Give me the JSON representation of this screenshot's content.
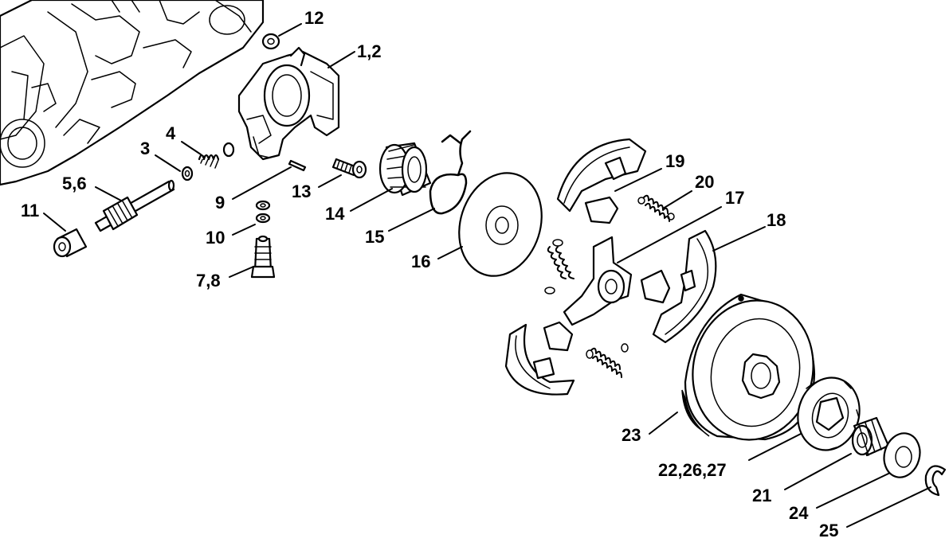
{
  "labels": {
    "l12": "12",
    "l12b": "1,2",
    "l4": "4",
    "l3": "3",
    "l56": "5,6",
    "l11": "11",
    "l9": "9",
    "l13": "13",
    "l10": "10",
    "l78": "7,8",
    "l14": "14",
    "l15": "15",
    "l16": "16",
    "l19": "19",
    "l20": "20",
    "l17": "17",
    "l18": "18",
    "l23": "23",
    "l222627": "22,26,27",
    "l21": "21",
    "l24": "24",
    "l25": "25"
  }
}
